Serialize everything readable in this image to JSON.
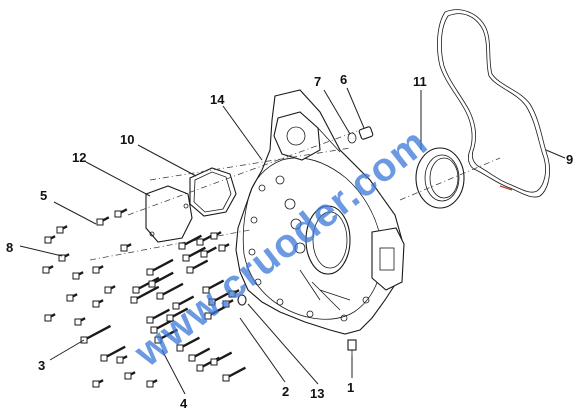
{
  "watermark": "www.cruoder.com",
  "callouts": [
    {
      "id": "c1",
      "text": "1"
    },
    {
      "id": "c2",
      "text": "2"
    },
    {
      "id": "c3",
      "text": "3"
    },
    {
      "id": "c4",
      "text": "4"
    },
    {
      "id": "c5",
      "text": "5"
    },
    {
      "id": "c6",
      "text": "6"
    },
    {
      "id": "c7",
      "text": "7"
    },
    {
      "id": "c8",
      "text": "8"
    },
    {
      "id": "c9",
      "text": "9"
    },
    {
      "id": "c10",
      "text": "10"
    },
    {
      "id": "c11",
      "text": "11"
    },
    {
      "id": "c12",
      "text": "12"
    },
    {
      "id": "c13",
      "text": "13"
    },
    {
      "id": "c14",
      "text": "14"
    }
  ],
  "colors": {
    "linework": "#1a1a1a",
    "watermark": "#3a78d8",
    "accent_red": "#c0392b"
  }
}
